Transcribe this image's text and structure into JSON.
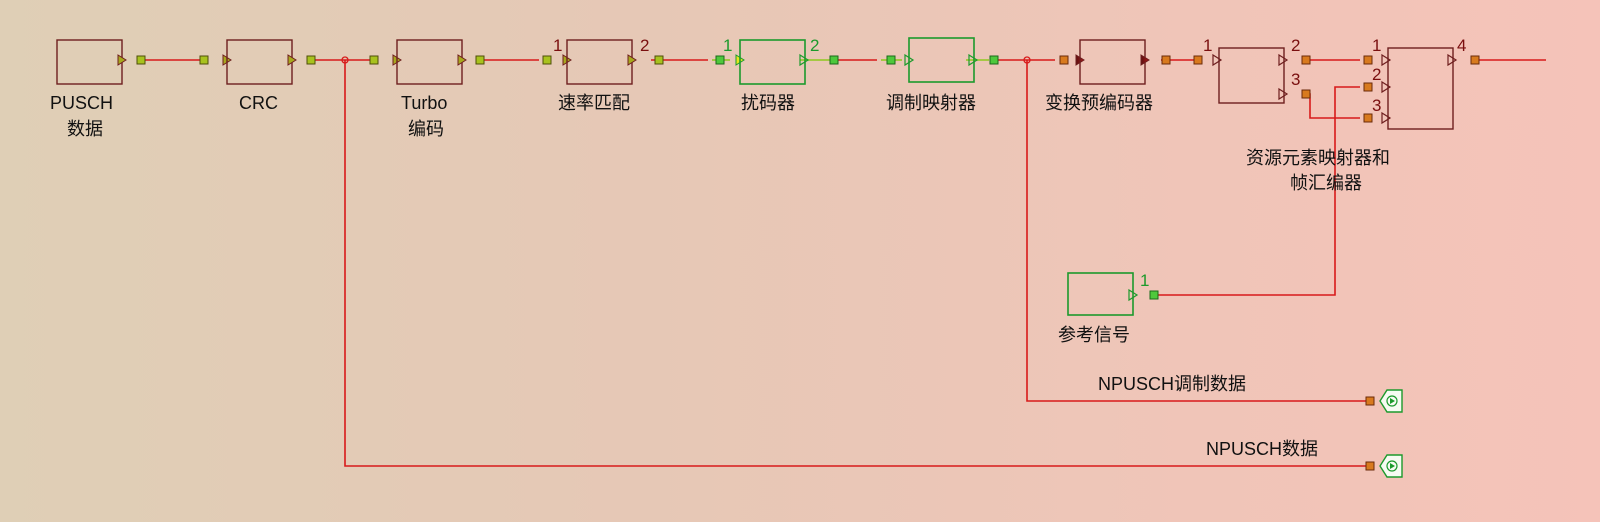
{
  "colors": {
    "wire": "#d81a1a",
    "wire_green": "#8ec81e",
    "block_dark": "#6e1e1e",
    "block_green": "#1c9a2c",
    "port_number_dark": "#7a0f0f",
    "port_number_green": "#1c9a2c"
  },
  "blocks": {
    "pusch": {
      "label_line1": "PUSCH",
      "label_line2": "数据"
    },
    "crc": {
      "label": "CRC"
    },
    "turbo": {
      "label_line1": "Turbo",
      "label_line2": "编码"
    },
    "rate_match": {
      "label": "速率匹配",
      "in_port": "1",
      "out_port": "2"
    },
    "scrambler": {
      "label": "扰码器",
      "in_port": "1",
      "out_port": "2"
    },
    "modulation_mapper": {
      "label": "调制映射器"
    },
    "transform_precoder": {
      "label": "变换预编码器"
    },
    "splitter": {
      "in_port": "1",
      "out_port_a": "2",
      "out_port_b": "3"
    },
    "resource_mapper": {
      "label_line1": "资源元素映射器和",
      "label_line2": "帧汇编器",
      "in_port_1": "1",
      "in_port_2": "2",
      "in_port_3": "3",
      "out_port": "4"
    },
    "reference_signal": {
      "label": "参考信号",
      "out_port": "1"
    }
  },
  "outputs": {
    "npusch_mod_data": {
      "label": "NPUSCH调制数据",
      "icon": "arrow-right-icon"
    },
    "npusch_data": {
      "label": "NPUSCH数据",
      "icon": "arrow-right-icon"
    }
  }
}
